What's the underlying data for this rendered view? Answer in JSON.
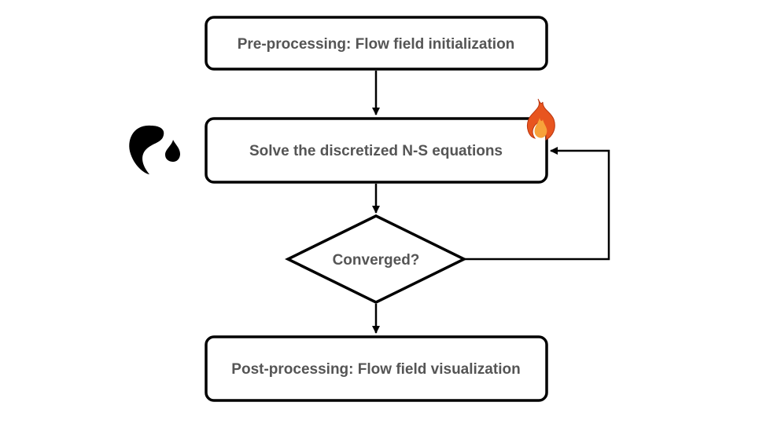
{
  "diagram": {
    "nodes": {
      "preprocess": {
        "label": "Pre-processing: Flow field initialization"
      },
      "solve": {
        "label": "Solve the discretized N-S equations"
      },
      "decision": {
        "label": "Converged?"
      },
      "postprocess": {
        "label": "Post-processing: Flow field visualization"
      }
    },
    "icons": {
      "left_logo": "ink-drop-logo-icon",
      "solve_badge": "flame-icon"
    },
    "colors": {
      "stroke": "#000000",
      "text": "#555555",
      "flame_outer": "#e8551f",
      "flame_inner": "#f7a23a"
    }
  }
}
